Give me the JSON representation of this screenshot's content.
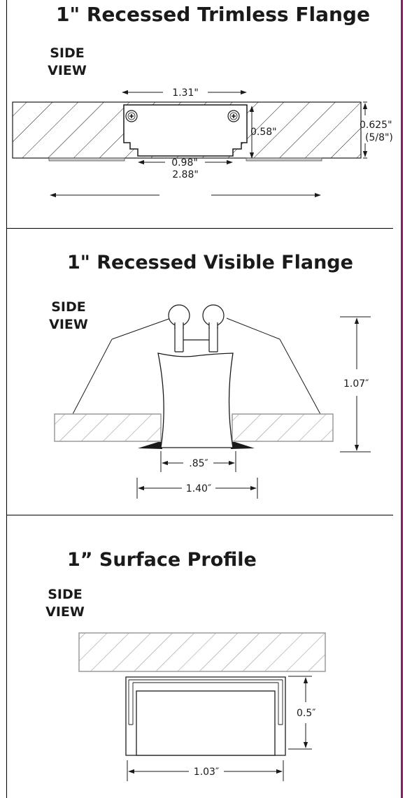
{
  "colors": {
    "accent": "#8b1a6b",
    "ink": "#1a1a1a",
    "hatch_gray": "#9a9a9a",
    "flange_gray": "#c8c8c8"
  },
  "sections": [
    {
      "title": "1\" Recessed Trimless Flange",
      "view_label": [
        "SIDE",
        "VIEW"
      ],
      "dimensions": {
        "top_width": "1.31\"",
        "height": "0.58\"",
        "depth": "0.625\"",
        "depth_fraction": "(5/8\")",
        "inner_width": "0.98\"",
        "overall_width": "2.88\""
      }
    },
    {
      "title": "1\" Recessed Visible Flange",
      "view_label": [
        "SIDE",
        "VIEW"
      ],
      "dimensions": {
        "height": "1.07″",
        "inner_width": ".85″",
        "overall_width": "1.40″"
      }
    },
    {
      "title": "1” Surface Profile",
      "view_label": [
        "SIDE",
        "VIEW"
      ],
      "dimensions": {
        "height": "0.5″",
        "width": "1.03″"
      }
    }
  ]
}
